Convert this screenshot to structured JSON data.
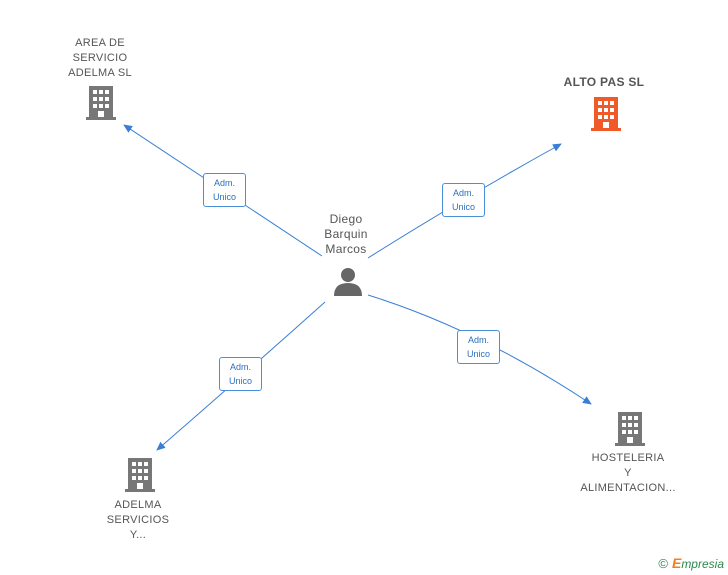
{
  "center": {
    "name_lines": [
      "Diego",
      "Barquin",
      "Marcos"
    ],
    "icon": "person-icon"
  },
  "companies": [
    {
      "id": "area",
      "name_lines": [
        "AREA DE",
        "SERVICIO",
        "ADELMA  SL"
      ],
      "icon": "building-icon",
      "color": "#777777"
    },
    {
      "id": "altopas",
      "name_lines": [
        "ALTO PAS  SL"
      ],
      "icon": "building-icon",
      "color": "#f05a28"
    },
    {
      "id": "adelma",
      "name_lines": [
        "ADELMA",
        "SERVICIOS",
        "Y..."
      ],
      "icon": "building-icon",
      "color": "#777777"
    },
    {
      "id": "hosteleria",
      "name_lines": [
        "HOSTELERIA",
        "Y",
        "ALIMENTACION..."
      ],
      "icon": "building-icon",
      "color": "#777777"
    }
  ],
  "relations": [
    {
      "to": "area",
      "lines": [
        "Adm.",
        "Unico"
      ]
    },
    {
      "to": "altopas",
      "lines": [
        "Adm.",
        "Unico"
      ]
    },
    {
      "to": "adelma",
      "lines": [
        "Adm.",
        "Unico"
      ]
    },
    {
      "to": "hosteleria",
      "lines": [
        "Adm.",
        "Unico"
      ]
    }
  ],
  "colors": {
    "edge": "#3a7fd5",
    "building_gray": "#777777",
    "building_highlight": "#f05a28",
    "person": "#666666"
  },
  "watermark": {
    "copyright": "©",
    "brand_initial": "E",
    "brand_rest": "mpresia"
  }
}
